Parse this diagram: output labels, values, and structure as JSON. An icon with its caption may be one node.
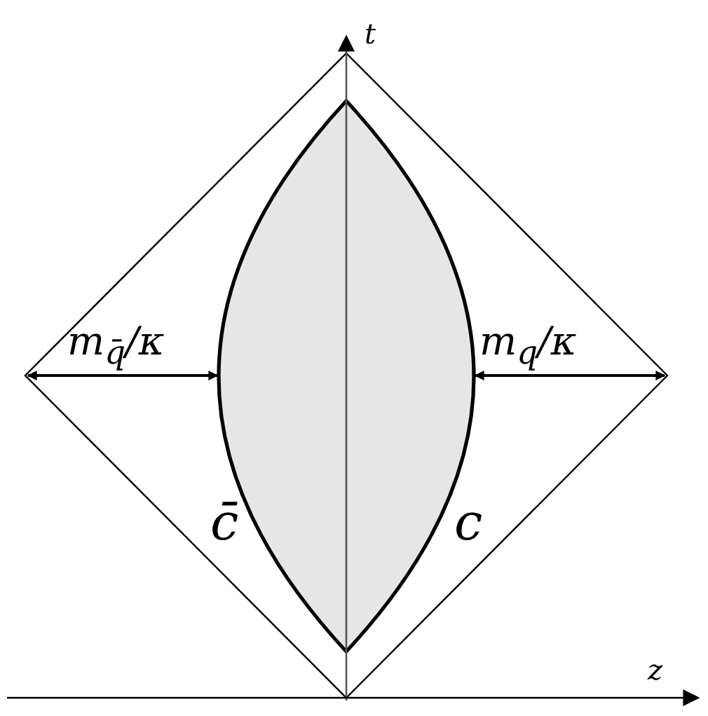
{
  "diagram": {
    "labels": [
      "t",
      "z",
      "m$_{q̄}$/κ",
      "m$_{q}$/κ",
      "c̄",
      "c"
    ]
  }
}
